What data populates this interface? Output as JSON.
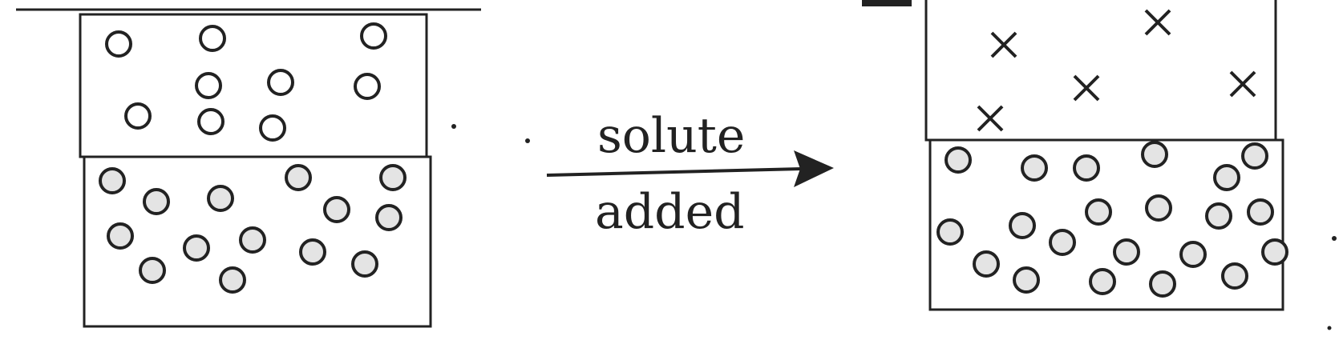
{
  "diagram": {
    "arrow": {
      "label_line1": "solute",
      "label_line2": "added"
    },
    "before_container": {
      "upper_gas_phase_particle": "circle",
      "lower_liquid_particle": "circle"
    },
    "after_container": {
      "upper_gas_phase_particle": "x-mark",
      "lower_liquid_particle": "circle"
    },
    "colors": {
      "ink": "#222222",
      "liquid_fill": "#bdbdbd",
      "background": "#ffffff"
    }
  }
}
